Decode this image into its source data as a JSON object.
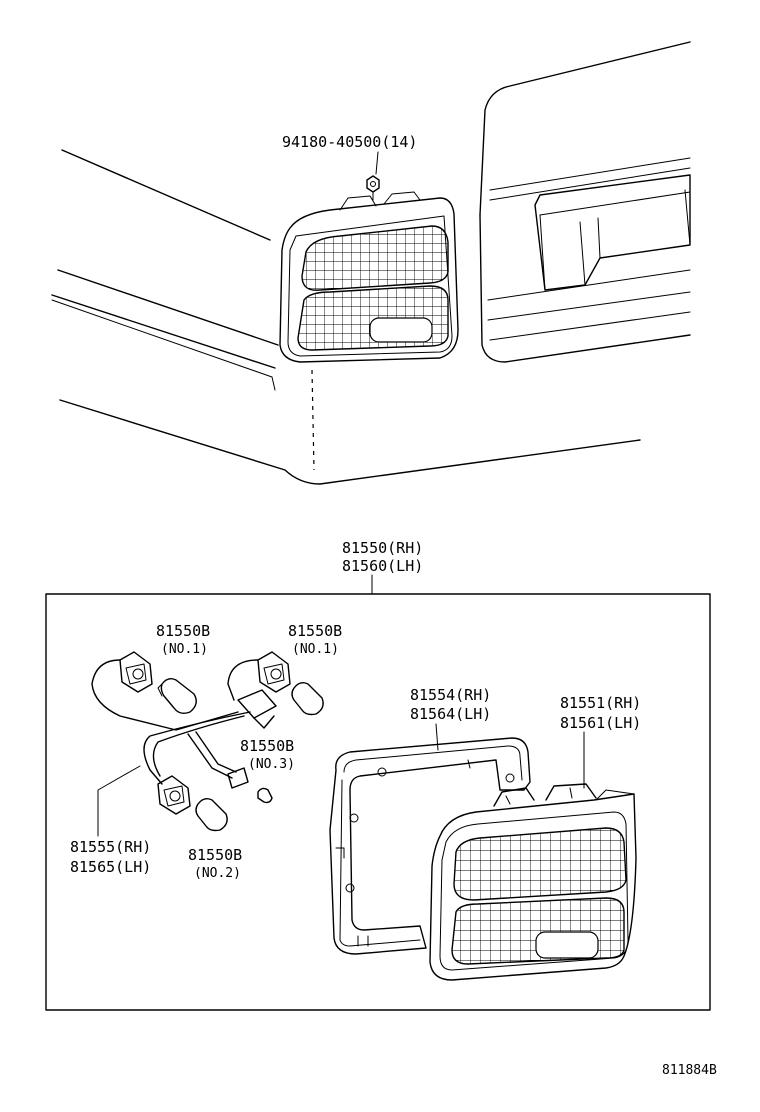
{
  "labels": {
    "nut": "94180-40500(14)",
    "assembly_rh": "81550(RH)",
    "assembly_lh": "81560(LH)",
    "bulb_no1_left": "81550B",
    "bulb_no1_left_sub": "(NO.1)",
    "bulb_no1_right": "81550B",
    "bulb_no1_right_sub": "(NO.1)",
    "bulb_no3": "81550B",
    "bulb_no3_sub": "(NO.3)",
    "bulb_no2": "81550B",
    "bulb_no2_sub": "(NO.2)",
    "socket_rh": "81555(RH)",
    "socket_lh": "81565(LH)",
    "gasket_rh": "81554(RH)",
    "gasket_lh": "81564(LH)",
    "lens_rh": "81551(RH)",
    "lens_lh": "81561(LH)",
    "diagram_code": "811884B"
  }
}
